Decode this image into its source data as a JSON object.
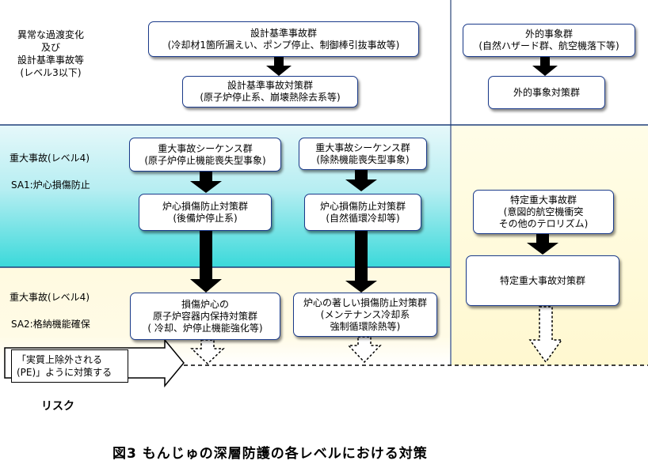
{
  "bands": {
    "level3_label": [
      "異常な過渡変化",
      "及び",
      "設計基準事故等",
      "(レベル3以下)"
    ],
    "sa1_label": [
      "重大事故(レベル4)",
      "SA1:炉心損傷防止"
    ],
    "sa2_label": [
      "重大事故(レベル4)",
      "SA2:格納機能確保"
    ]
  },
  "boxes": {
    "dba_events": [
      "設計基準事故群",
      "(冷却材1箇所漏えい、ポンプ停止、制御棒引抜事故等)"
    ],
    "dba_measures": [
      "設計基準事故対策群",
      "(原子炉停止系、崩壊熱除去系等)"
    ],
    "external_events": [
      "外的事象群",
      "(自然ハザード群、航空機落下等)"
    ],
    "external_measures": [
      "外的事象対策群"
    ],
    "seq_scram": [
      "重大事故シーケンス群",
      "(原子炉停止機能喪失型事象)"
    ],
    "seq_heat": [
      "重大事故シーケンス群",
      "(除熱機能喪失型事象)"
    ],
    "cdp_scram": [
      "炉心損傷防止対策群",
      "(後備炉停止系)"
    ],
    "cdp_heat": [
      "炉心損傷防止対策群",
      "(自然循環冷却等)"
    ],
    "containment": [
      "損傷炉心の",
      "原子炉容器内保持対策群",
      "( 冷却、炉停止機能強化等)"
    ],
    "severe_prevention": [
      "炉心の著しい損傷防止対策群",
      "(メンテナンス冷却系",
      "強制循環除熱等)"
    ],
    "specific_events": [
      "特定重大事故群",
      "(意図的航空機衝突",
      "その他のテロリズム)"
    ],
    "specific_measures": [
      "特定重大事故対策群"
    ]
  },
  "pe_box": [
    "「実質上除外される",
    "(PE)」ように対策する"
  ],
  "risk_label": "リスク",
  "caption": "図3 もんじゅの深層防護の各レベルにおける対策",
  "colors": {
    "band_top": "#ffffff",
    "band_sa1_top": "#d9f4f7",
    "band_sa1_bottom": "#2fd8d8",
    "band_sa2": "#fffbe0",
    "right_panel": "#fffbdc",
    "divider": "#1f3f7a",
    "box_border": "#1a3a8a"
  }
}
